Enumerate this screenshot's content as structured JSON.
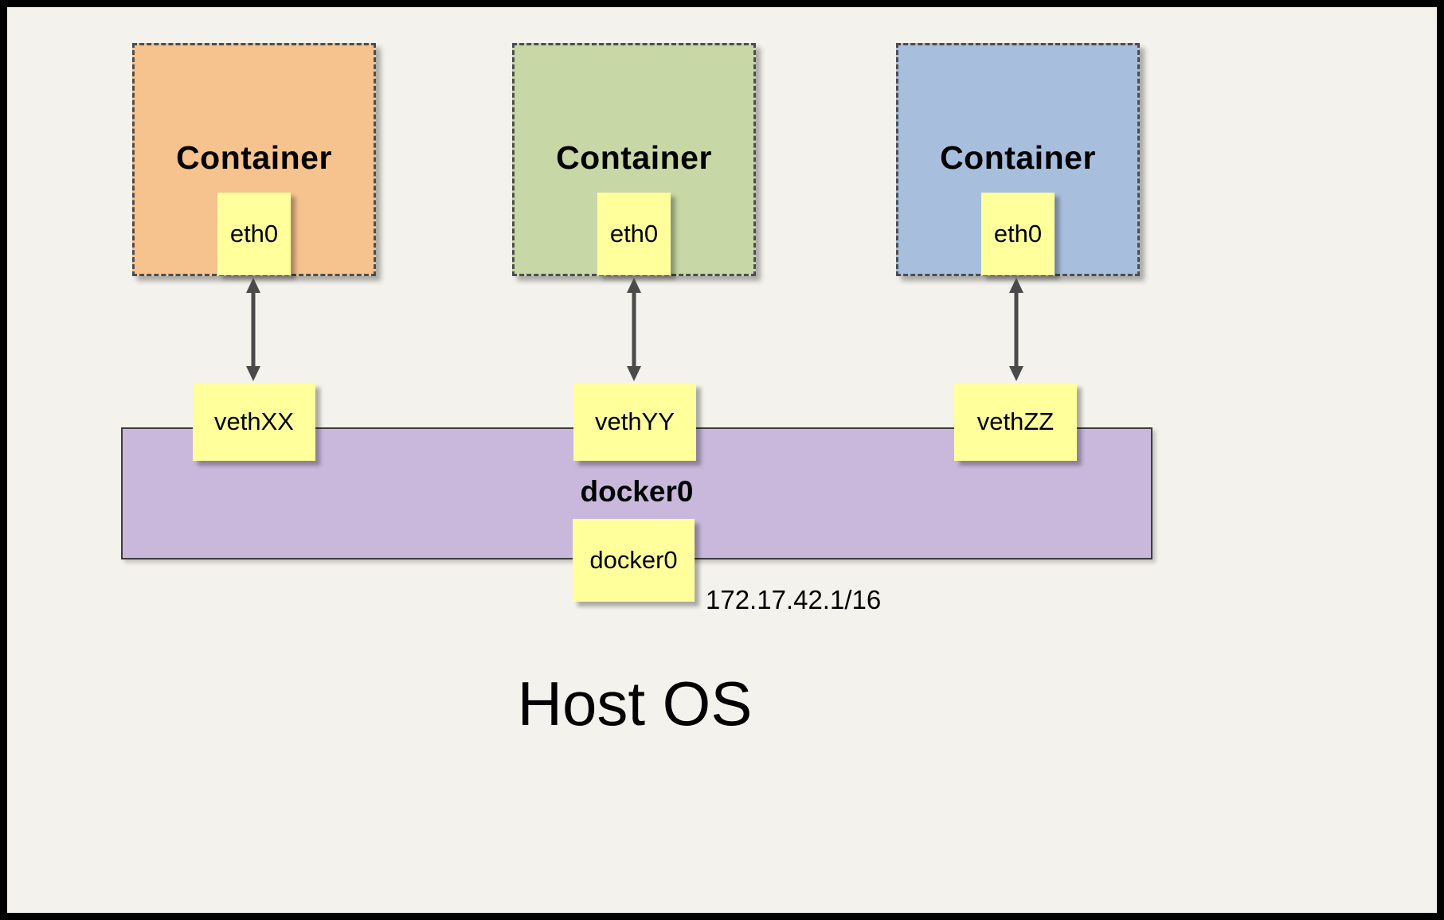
{
  "host_label": "Host OS",
  "bridge": {
    "label": "docker0",
    "interface_label": "docker0",
    "ip": "172.17.42.1/16"
  },
  "containers": [
    {
      "label": "Container",
      "interface": "eth0",
      "veth": "vethXX",
      "fill": "#f6c28e"
    },
    {
      "label": "Container",
      "interface": "eth0",
      "veth": "vethYY",
      "fill": "#c8d7a6"
    },
    {
      "label": "Container",
      "interface": "eth0",
      "veth": "vethZZ",
      "fill": "#a8bedd"
    }
  ],
  "colors": {
    "canvas_background": "#f4f2ec",
    "bridge_fill": "#c9b8dc",
    "label_fill": "#ffff9c",
    "arrow": "#4a4a4a"
  }
}
